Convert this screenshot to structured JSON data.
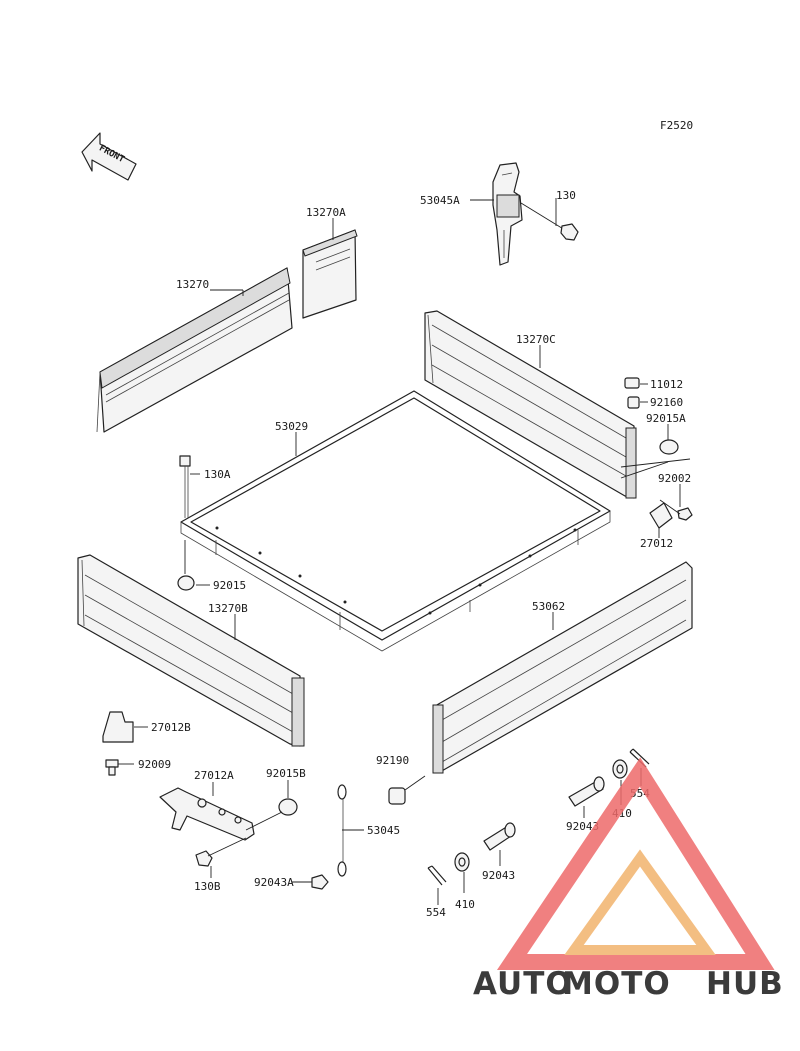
{
  "figure_code": "F2520",
  "front_arrow_label": "FRONT",
  "parts": {
    "p53045A": "53045A",
    "p130": "130",
    "p13270A": "13270A",
    "p13270": "13270",
    "p13270C": "13270C",
    "p53029": "53029",
    "p11012": "11012",
    "p92160": "92160",
    "p92015A": "92015A",
    "p130A": "130A",
    "p92002": "92002",
    "p27012": "27012",
    "p92015": "92015",
    "p13270B": "13270B",
    "p53062": "53062",
    "p27012B": "27012B",
    "p92190": "92190",
    "p92009": "92009",
    "p27012A": "27012A",
    "p92015B": "92015B",
    "p554_right": "554",
    "p410_right": "410",
    "p92043_right": "92043",
    "p53045": "53045",
    "p130B": "130B",
    "p92043A": "92043A",
    "p92043": "92043",
    "p554": "554",
    "p410": "410"
  },
  "watermark": {
    "word_auto": "AUTO",
    "word_moto": "MOTO",
    "word_hub": "HUB",
    "color_auto": "#f2b36d",
    "color_moto": "#ee6a6a",
    "color_hub": "#6e6e6e"
  }
}
